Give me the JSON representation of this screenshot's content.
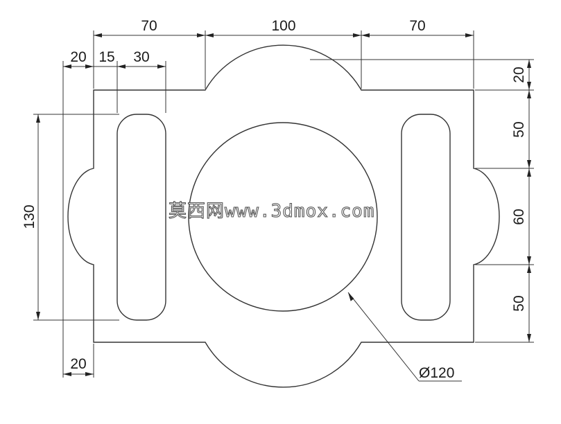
{
  "drawing": {
    "dimensions": {
      "top_left_width": "70",
      "top_center_width": "100",
      "top_right_width": "70",
      "left_offset": "20",
      "slot_offset": "15",
      "slot_width": "30",
      "left_height": "130",
      "bottom_left_offset": "20",
      "right_top_offset": "20",
      "right_upper": "50",
      "right_middle": "60",
      "right_lower": "50",
      "circle_diameter": "Ø120"
    },
    "watermark": "莫西网www.3dmox.com",
    "colors": {
      "line": "#333333",
      "background": "#ffffff"
    }
  }
}
